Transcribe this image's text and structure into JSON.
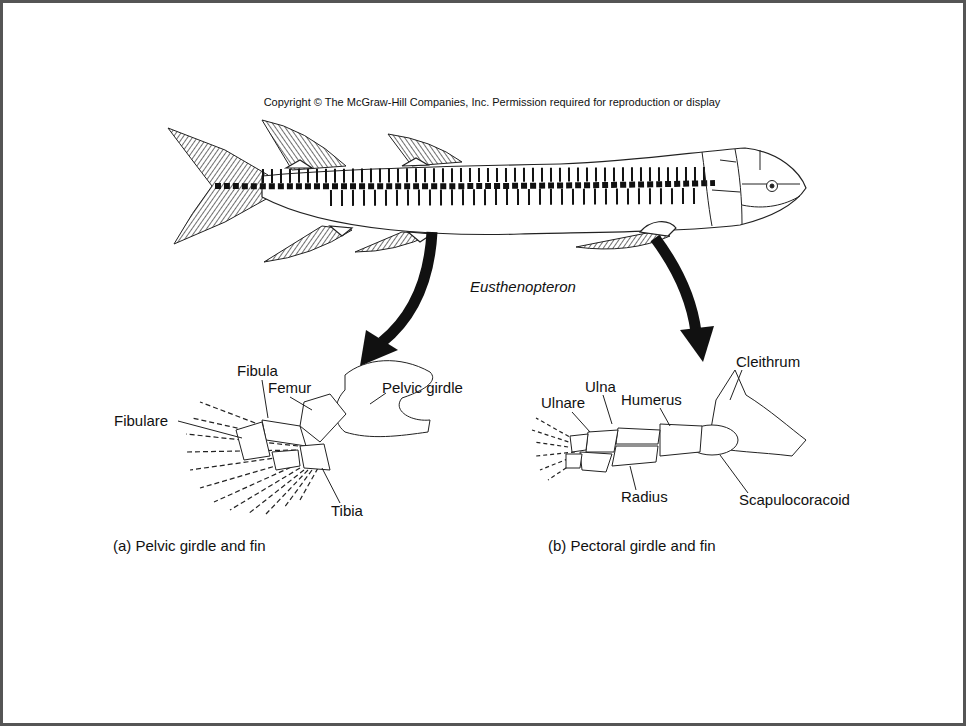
{
  "diagram": {
    "labels": [
      "Copyright © The McGraw-Hill Companies, Inc. Permission required for reproduction or display",
      "Eusthenopteron",
      "Fibula",
      "Cleithrum",
      "Ulna",
      "Femur",
      "Pelvic girdle",
      "Humerus",
      "Ulnare",
      "Fibulare",
      "Radius",
      "Scapulocoracoid",
      "Tibia",
      "(a) Pelvic girdle and fin",
      "(b) Pectoral girdle and fin"
    ]
  }
}
